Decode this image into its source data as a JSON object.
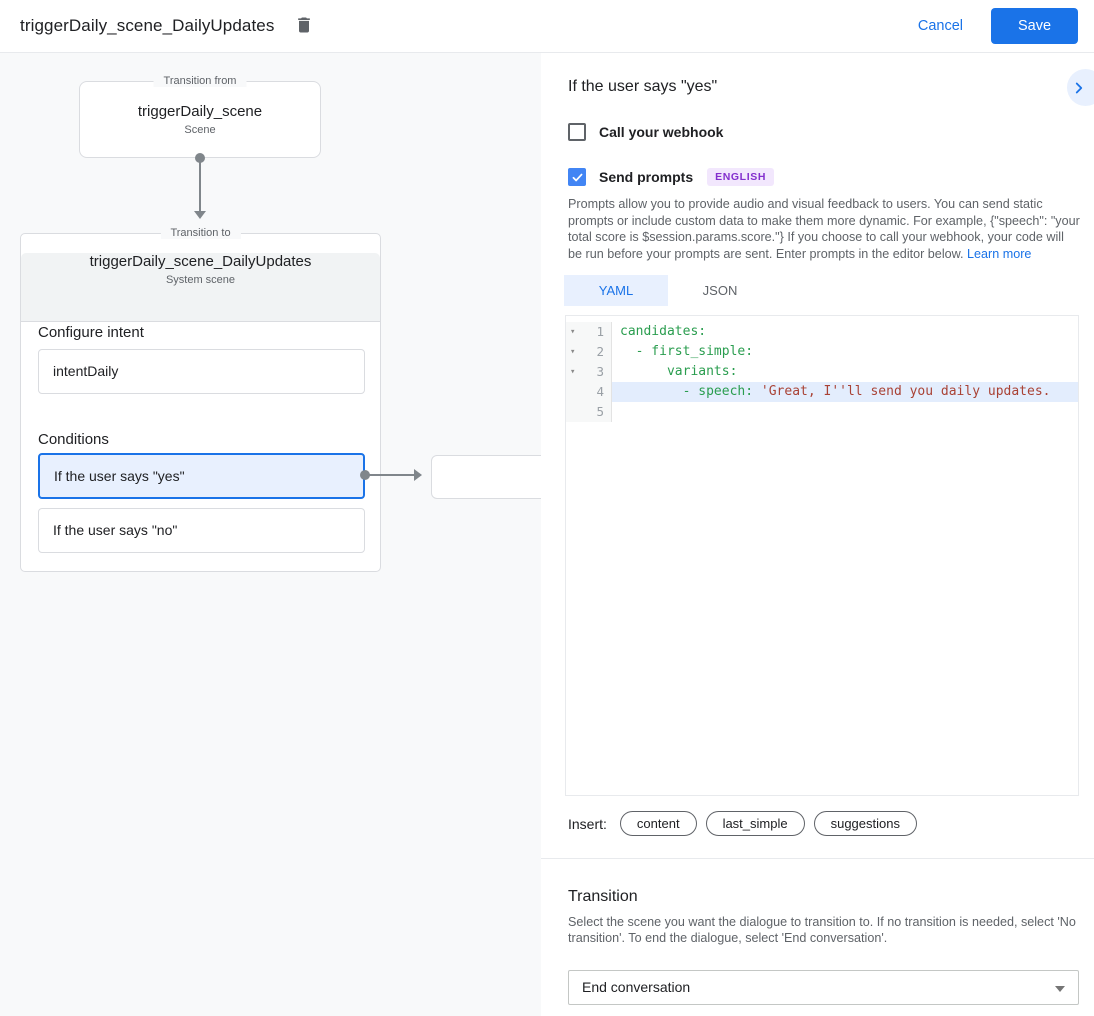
{
  "header": {
    "title": "triggerDaily_scene_DailyUpdates",
    "cancel_label": "Cancel",
    "save_label": "Save"
  },
  "diagram": {
    "from_box": {
      "legend": "Transition from",
      "title": "triggerDaily_scene",
      "subtitle": "Scene"
    },
    "to_box": {
      "legend": "Transition to",
      "title": "triggerDaily_scene_DailyUpdates",
      "subtitle": "System scene",
      "configure_intent_label": "Configure intent",
      "intent_value": "intentDaily",
      "conditions_label": "Conditions",
      "conditions": [
        {
          "label": "If the user says \"yes\"",
          "selected": true
        },
        {
          "label": "If the user says \"no\"",
          "selected": false
        }
      ]
    }
  },
  "detail": {
    "title": "If the user says \"yes\"",
    "webhook": {
      "label": "Call your webhook",
      "checked": false
    },
    "prompts": {
      "label": "Send prompts",
      "checked": true,
      "badge": "ENGLISH"
    },
    "description": "Prompts allow you to provide audio and visual feedback to users. You can send static prompts or include custom data to make them more dynamic. For example, {\"speech\": \"your total score is $session.params.score.\"} If you choose to call your webhook, your code will be run before your prompts are sent. Enter prompts in the editor below. ",
    "learn_more": "Learn more",
    "tabs": [
      {
        "label": "YAML",
        "active": true
      },
      {
        "label": "JSON",
        "active": false
      }
    ],
    "editor": {
      "lines": [
        {
          "num": 1,
          "tokens": [
            {
              "t": "candidates:",
              "c": "key"
            }
          ]
        },
        {
          "num": 2,
          "tokens": [
            {
              "t": "  - first_simple:",
              "c": "key"
            }
          ]
        },
        {
          "num": 3,
          "tokens": [
            {
              "t": "      variants:",
              "c": "key"
            }
          ]
        },
        {
          "num": 4,
          "highlight": true,
          "tokens": [
            {
              "t": "        - speech: ",
              "c": "key"
            },
            {
              "t": "'Great, I''ll send you daily updates.",
              "c": "string"
            }
          ]
        },
        {
          "num": 5,
          "tokens": []
        }
      ]
    },
    "insert": {
      "label": "Insert:",
      "chips": [
        "content",
        "last_simple",
        "suggestions"
      ]
    },
    "transition": {
      "title": "Transition",
      "description": "Select the scene you want the dialogue to transition to. If no transition is needed, select 'No transition'. To end the dialogue, select 'End conversation'.",
      "value": "End conversation"
    }
  }
}
